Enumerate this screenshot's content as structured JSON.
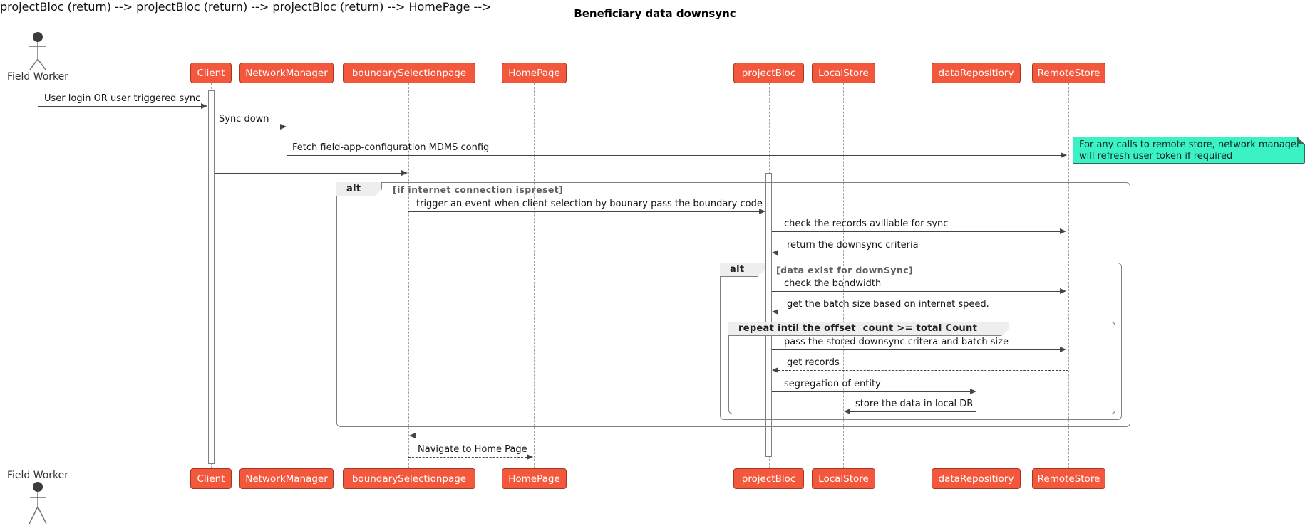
{
  "title": "Beneficiary data downsync",
  "actor": {
    "name": "Field Worker"
  },
  "participants": [
    {
      "label": "Client"
    },
    {
      "label": "NetworkManager"
    },
    {
      "label": "boundarySelectionpage"
    },
    {
      "label": "HomePage"
    },
    {
      "label": "projectBloc"
    },
    {
      "label": "LocalStore"
    },
    {
      "label": "dataRepositiory"
    },
    {
      "label": "RemoteStore"
    }
  ],
  "messages": {
    "user_login": "User login OR user triggered sync",
    "sync_down": "Sync down",
    "fetch_config": "Fetch field-app-configuration MDMS config",
    "trigger_event": "trigger an event when client selection by bounary pass the boundary code",
    "check_records": "check the records aviliable for sync",
    "return_criteria": "return the downsync criteria",
    "check_bandwidth": "check the bandwidth",
    "get_batch_size": "get the batch size based on internet speed.",
    "pass_criteria": "pass the stored downsync critera and batch size",
    "get_records": "get records",
    "segregation": "segregation of entity",
    "store_data": "store the data in local DB",
    "navigate_home": "Navigate to Home Page"
  },
  "frames": {
    "outer_alt": {
      "label": "alt",
      "condition": "[if internet connection ispreset]"
    },
    "inner_alt": {
      "label": "alt",
      "condition": "[data exist for downSync]"
    },
    "repeat_group": {
      "label": "repeat intil the offset  count >= total Count"
    }
  },
  "note": {
    "line1": "For any calls to remote store, network manager",
    "line2": "will refresh user token if required"
  },
  "colors": {
    "participant_fill": "#F4583C",
    "participant_border": "#A23A23",
    "participant_text": "#FFFFFF",
    "note_fill": "#3BF2C4",
    "note_border": "#37675B",
    "arrow_color": "#454545",
    "lifeline_color": "#A0A0A0",
    "frame_border": "#808080",
    "frame_label_fill": "#EEEEEE",
    "guard_color": "#5F5F5F"
  }
}
